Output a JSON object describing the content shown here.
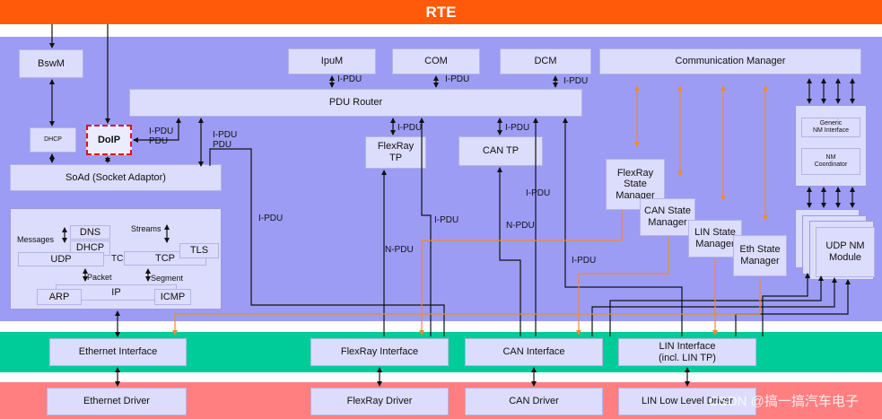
{
  "rte": {
    "label": "RTE"
  },
  "modules": {
    "bswm": "BswM",
    "ipdum": "IpuM",
    "com": "COM",
    "dcm": "DCM",
    "comm": "Communication Manager",
    "pdur": "PDU Router",
    "dhcp_small": "DHCP",
    "doip": "DoIP",
    "flexray_tp": "FlexRay\nTP",
    "can_tp": "CAN TP",
    "soad": "SoAd (Socket Adaptor)",
    "frsm": "FlexRay\nState\nManager",
    "cansm": "CAN State\nManager",
    "linsm": "LIN State\nManager",
    "ethsm": "Eth State\nManager",
    "generic_nm": "Generic\nNM Interface",
    "nm_coord": "NM\nCoordinator",
    "udpnm": "UDP NM\nModule"
  },
  "tcpip": {
    "messages": "Messages",
    "streams": "Streams",
    "dns": "DNS",
    "dhcp": "DHCP",
    "udp": "UDP",
    "tc": "TC",
    "tcp": "TCP",
    "tls": "TLS",
    "packet": "Packet",
    "segment": "Segment",
    "ip": "IP",
    "arp": "ARP",
    "icmp": "ICMP"
  },
  "labels": {
    "ipdu": "I-PDU",
    "npdu": "N-PDU",
    "pdu": "PDU"
  },
  "interfaces": {
    "eth": "Ethernet Interface",
    "fr": "FlexRay Interface",
    "can": "CAN Interface",
    "lin": "LIN Interface\n(incl. LIN TP)"
  },
  "drivers": {
    "eth": "Ethernet Driver",
    "fr": "FlexRay Driver",
    "can": "CAN Driver",
    "lin": "LIN Low Level Driver"
  },
  "watermark": "CSDN @搞一搞汽车电子",
  "colors": {
    "rte": "#ff5a0a",
    "basic_software": "#9c9cf5",
    "interface_layer": "#00cc99",
    "driver_layer": "#ff7f80",
    "module": "#dcdcfc",
    "state_manager_link": "#f08a2a",
    "doip_border": "#e01010"
  }
}
